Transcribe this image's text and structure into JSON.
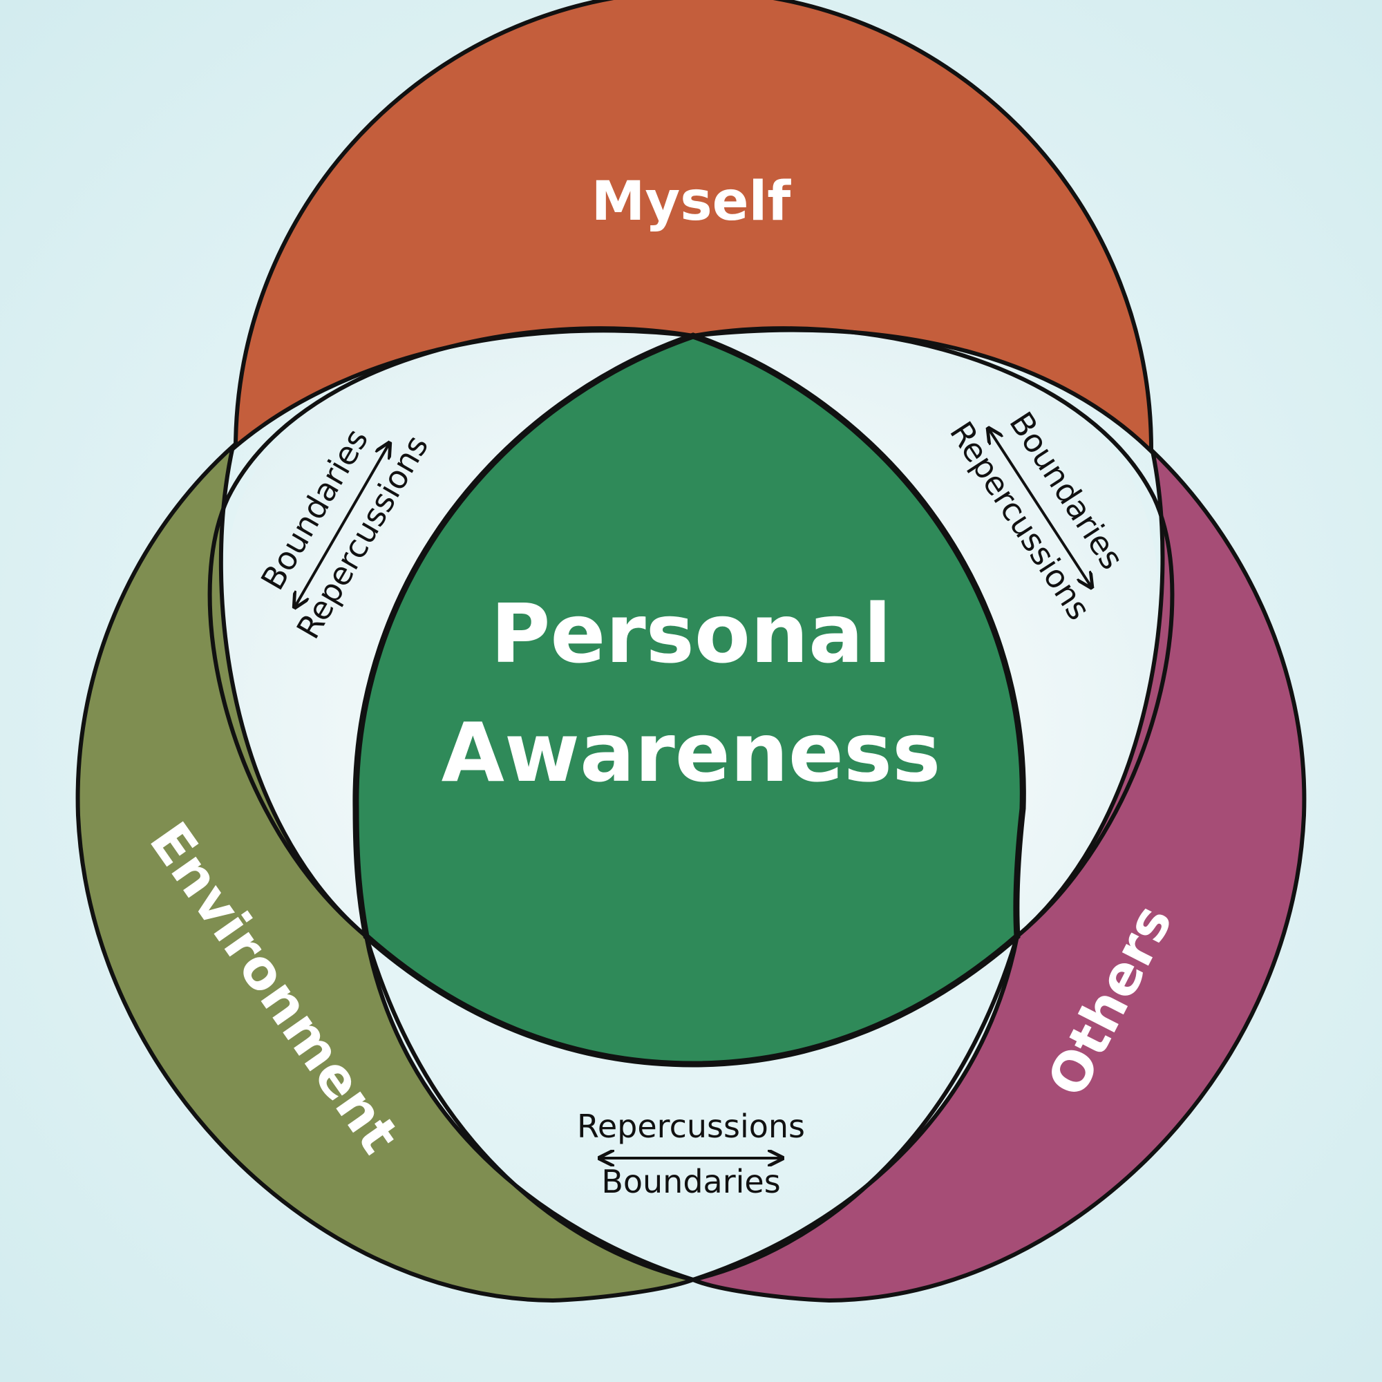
{
  "diagram": {
    "center_label": [
      "Personal",
      "Awareness"
    ],
    "sets": {
      "myself": {
        "label": "Myself",
        "color": "#c45e3c"
      },
      "environment": {
        "label": "Environment",
        "color": "#7f8e51"
      },
      "others": {
        "label": "Others",
        "color": "#a64d76"
      }
    },
    "center_color": "#2f8a59",
    "overlap_color": "#eaf6f7",
    "outline_color": "#111111",
    "overlaps": {
      "myself_environment": {
        "top": "Boundaries",
        "bottom": "Repercussions",
        "arrow": "double-headed"
      },
      "myself_others": {
        "top": "Boundaries",
        "bottom": "Repercussions",
        "arrow": "double-headed"
      },
      "environment_others": {
        "top": "Repercussions",
        "bottom": "Boundaries",
        "arrow": "double-headed"
      }
    }
  }
}
